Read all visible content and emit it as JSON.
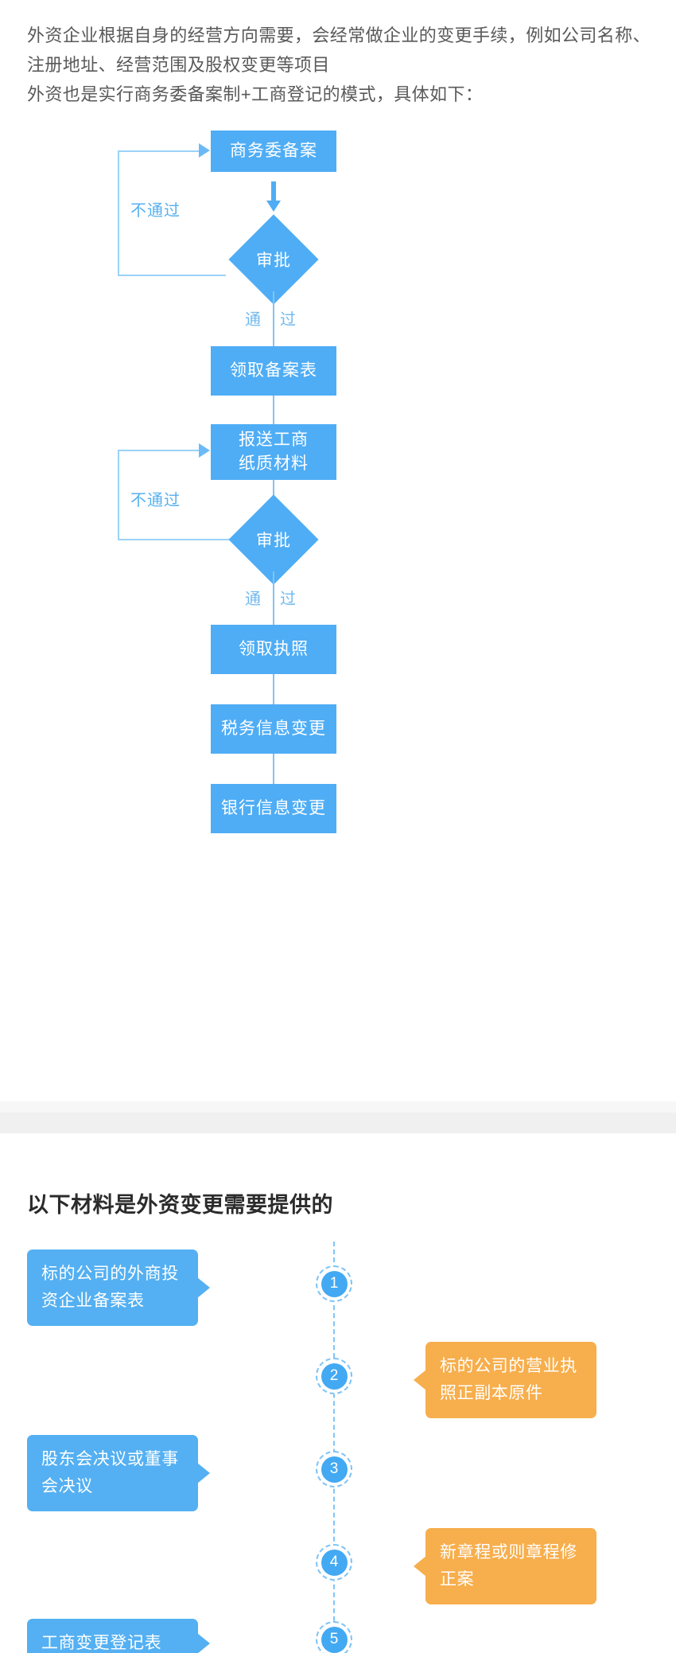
{
  "intro": {
    "paragraph": "外资企业根据自身的经营方向需要，会经常做企业的变更手续，例如公司名称、注册地址、经营范围及股权变更等项目\n外资也是实行商务委备案制+工商登记的模式，具体如下："
  },
  "flowchart": {
    "nodes": [
      {
        "id": "n1",
        "label": "商务委备案"
      },
      {
        "id": "d1",
        "label": "审批"
      },
      {
        "id": "n2",
        "label": "领取备案表"
      },
      {
        "id": "n3",
        "label": "报送工商\n纸质材料"
      },
      {
        "id": "d2",
        "label": "审批"
      },
      {
        "id": "n4",
        "label": "领取执照"
      },
      {
        "id": "n5",
        "label": "税务信息变更"
      },
      {
        "id": "n6",
        "label": "银行信息变更"
      }
    ],
    "labels": {
      "reject_1": "不通过",
      "reject_2": "不通过",
      "pass_1_a": "通",
      "pass_1_b": "过",
      "pass_2_a": "通",
      "pass_2_b": "过"
    },
    "colors": {
      "node_fill": "#4FADF5",
      "line": "#7FC4F7",
      "label_text": "#56B0F0"
    }
  },
  "materials": {
    "title": "以下材料是外资变更需要提供的",
    "items": [
      {
        "num": "1",
        "side": "left",
        "color": "blue",
        "text": "标的公司的外商投\n资企业备案表"
      },
      {
        "num": "2",
        "side": "right",
        "color": "orange",
        "text": "标的公司的营业执\n照正副本原件"
      },
      {
        "num": "3",
        "side": "left",
        "color": "blue",
        "text": "股东会决议或董事\n会决议"
      },
      {
        "num": "4",
        "side": "right",
        "color": "orange",
        "text": "新章程或则章程修\n正案"
      },
      {
        "num": "5",
        "side": "left",
        "color": "blue",
        "text": "工商变更登记表"
      }
    ],
    "colors": {
      "blue": "#54B0F2",
      "orange": "#F7AE4C",
      "marker": "#43A9F2"
    }
  }
}
